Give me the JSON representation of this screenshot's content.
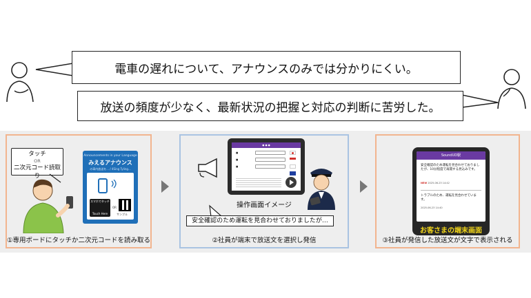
{
  "complaints": [
    {
      "text": "電車の遅れについて、アナウンスのみでは分かりにくい。"
    },
    {
      "text": "放送の頻度が少なく、最新状況の把握と対応の判断に苦労した。"
    }
  ],
  "steps": [
    {
      "caption": "①専用ボードにタッチか二次元コードを読み取る",
      "bubble": {
        "line1": "タッチ",
        "or": "OR",
        "line2": "二次元コード読取り"
      },
      "board": {
        "lang_label": "Announcements in your Language",
        "title": "みえるアナウンス",
        "sub_label": "の車内放送を... / 4Sing Tyling...",
        "touch_label": "スマホでタッチ",
        "touch_sub": "Touch Here",
        "or_label": "OR",
        "sample_label": "サンプル"
      }
    },
    {
      "caption": "②社員が端末で放送文を選択し発信",
      "screen_label": "操作画面イメージ",
      "announcement": "安全確認のため運転を見合わせておりましたが…"
    },
    {
      "caption": "③社員が発信した放送文が文字で表示される",
      "app_name": "SoundUD駅",
      "messages": [
        {
          "text": "安全確認のため運転を見合わせておりましたが、10分程度で再開する見込みです。",
          "time": "2025-06-23 14:42",
          "badge": "NEW"
        },
        {
          "text": "トラブルのため、運転を見合わせています。",
          "time": "2025-06-23 14:40",
          "badge": ""
        }
      ],
      "terminal_label": "お客さまの端末画面"
    }
  ],
  "colors": {
    "panel_orange": "#f2b48e",
    "panel_blue": "#a9c3e2",
    "app_purple": "#6a3aa2",
    "label_yellow": "#f1d51a"
  }
}
